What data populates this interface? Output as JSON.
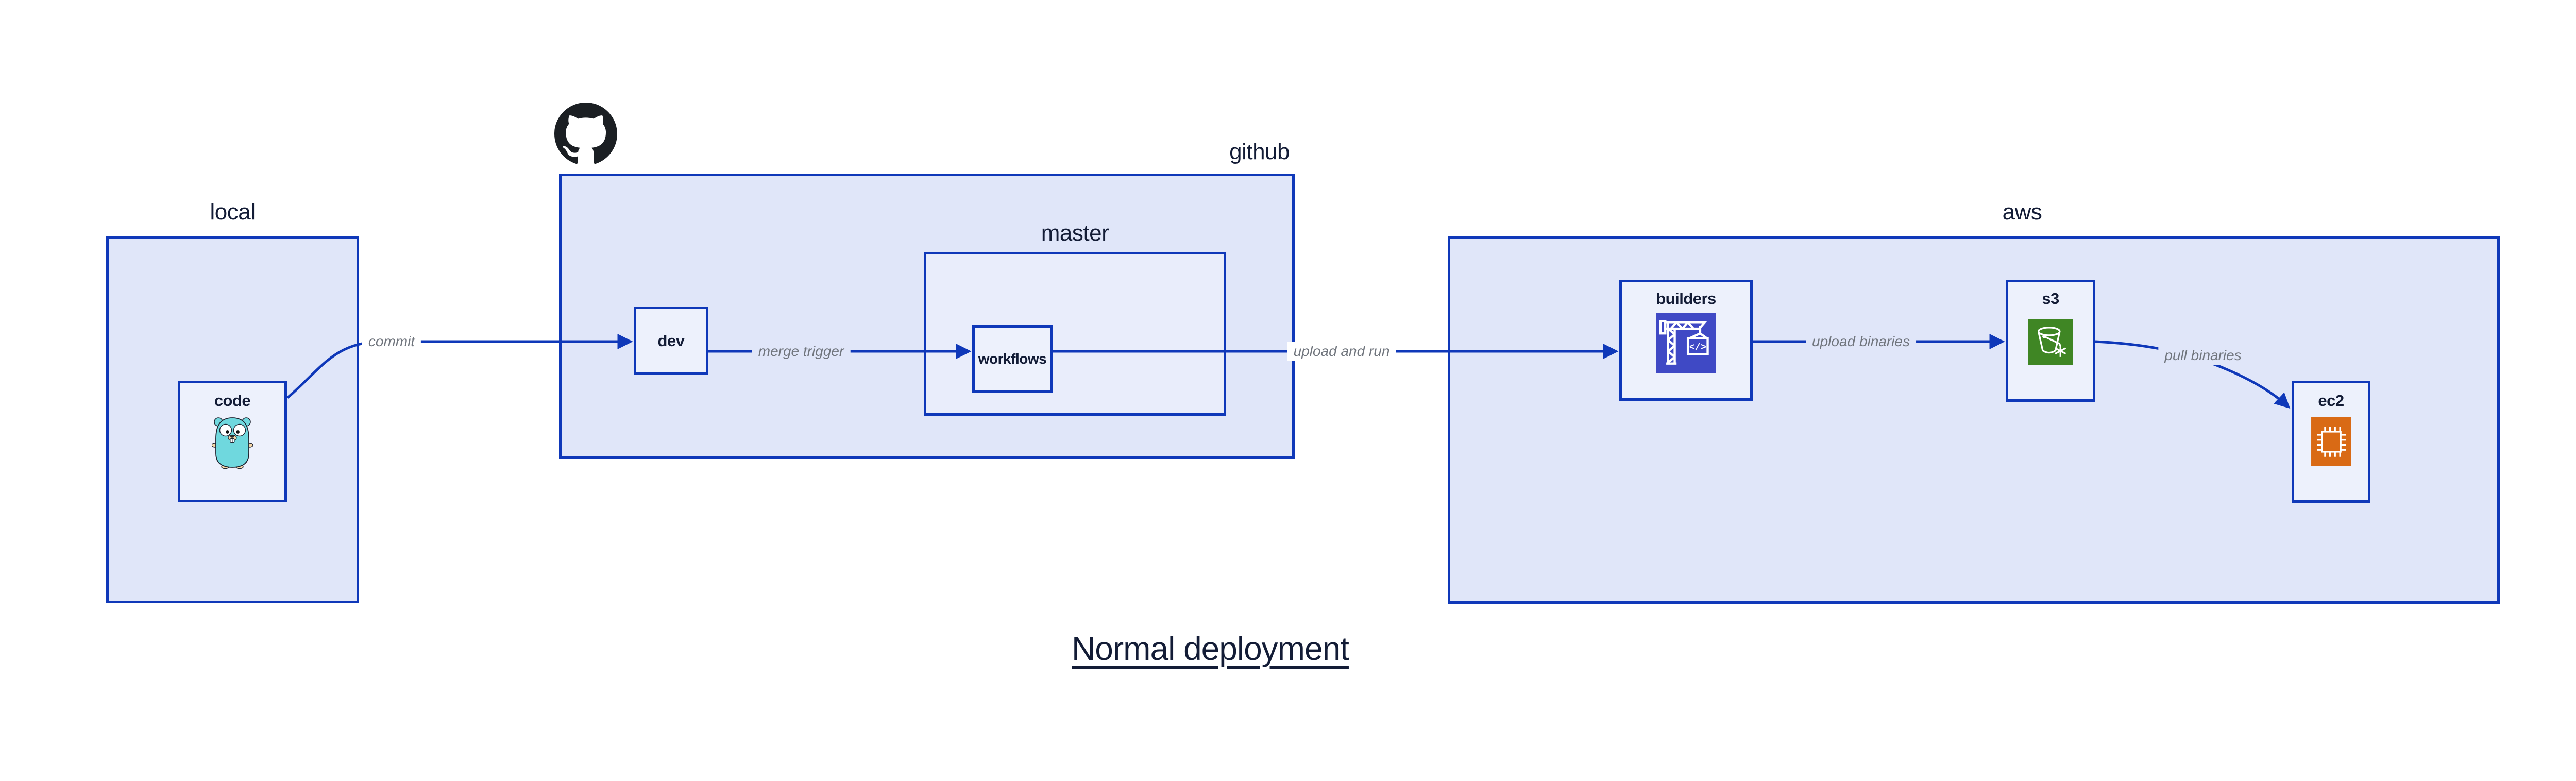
{
  "diagram": {
    "title": "Normal deployment",
    "groups": [
      {
        "id": "local",
        "label": "local"
      },
      {
        "id": "github",
        "label": "github",
        "icon": "github-octocat-icon"
      },
      {
        "id": "master",
        "label": "master"
      },
      {
        "id": "aws",
        "label": "aws"
      }
    ],
    "nodes": [
      {
        "id": "code",
        "label": "code",
        "icon": "go-gopher-icon"
      },
      {
        "id": "dev",
        "label": "dev"
      },
      {
        "id": "workflows",
        "label": "workflows"
      },
      {
        "id": "builders",
        "label": "builders",
        "icon": "aws-codebuild-crane-icon",
        "icon_glyph": "</>"
      },
      {
        "id": "s3",
        "label": "s3",
        "icon": "aws-s3-glacier-bucket-icon"
      },
      {
        "id": "ec2",
        "label": "ec2",
        "icon": "aws-ec2-chip-icon"
      }
    ],
    "edges": [
      {
        "from": "code",
        "to": "dev",
        "label": "commit"
      },
      {
        "from": "dev",
        "to": "workflows",
        "label": "merge trigger"
      },
      {
        "from": "workflows",
        "to": "builders",
        "label": "upload and run"
      },
      {
        "from": "builders",
        "to": "s3",
        "label": "upload binaries"
      },
      {
        "from": "s3",
        "to": "ec2",
        "label": "pull binaries"
      }
    ],
    "colors": {
      "stroke_blue": "#0f38b9",
      "group_fill": "#e0e6f9",
      "master_fill": "#e9edfb",
      "node_fill": "#edf1fc",
      "text_dark": "#131c36",
      "edge_label_gray": "#70757d",
      "codebuild_purple": "#3f49c5",
      "s3_green": "#3f8624",
      "ec2_orange": "#d96a15",
      "octocat_black": "#1b1f23",
      "gopher_teal": "#6fd8de",
      "gopher_skin": "#f6d7a7"
    }
  }
}
